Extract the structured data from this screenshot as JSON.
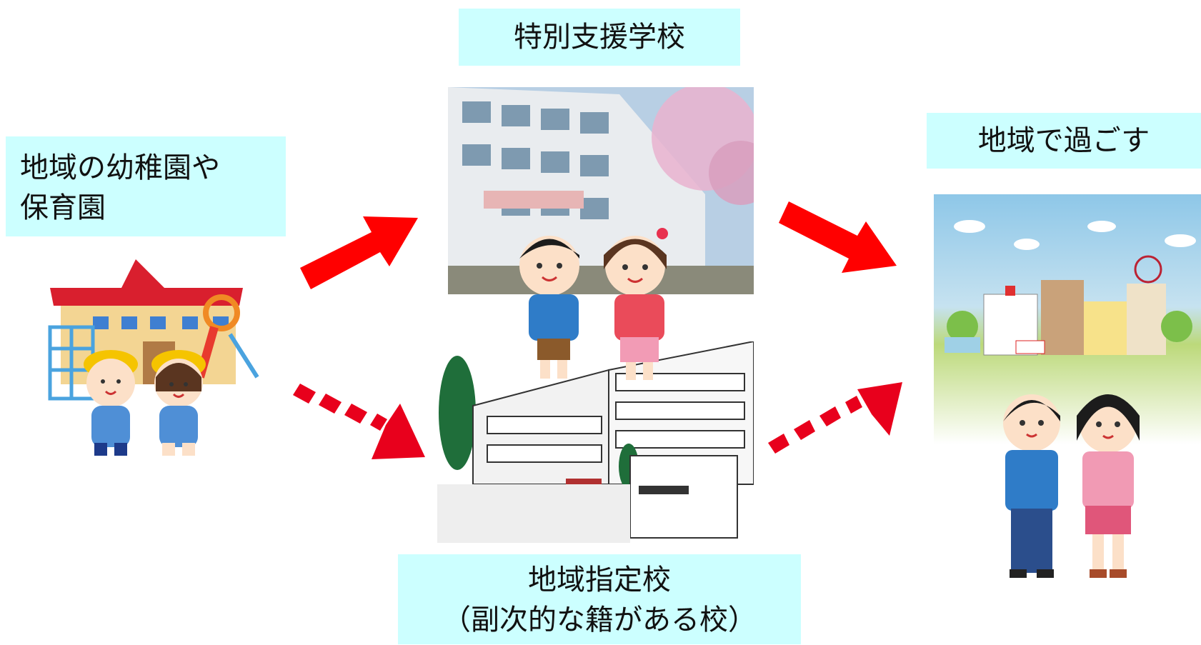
{
  "labels": {
    "kindergarten": [
      "地域の幼稚園や",
      "保育園"
    ],
    "special_school": "特別支援学校",
    "community": "地域で過ごす",
    "regional_school": [
      "地域指定校",
      "（副次的な籍がある校）"
    ]
  },
  "colors": {
    "label_bg": "#ccffff",
    "arrow": "#ff0000",
    "arrow_dashed": "#e8001c"
  },
  "icons": {
    "kindergarten": "kindergarten-building-with-two-children-illustration",
    "special_school": "special-support-school-photo-with-two-children",
    "regional_school": "regional-school-building-illustration",
    "community": "town-with-two-adults-illustration"
  }
}
